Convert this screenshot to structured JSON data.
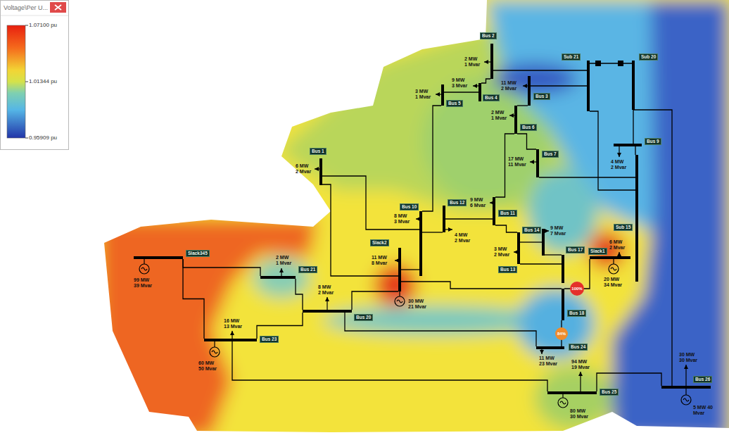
{
  "diagram": {
    "nodes": [
      {
        "text": [
          "Bus 2"
        ]
      },
      {
        "text": [
          "Sub 21"
        ]
      },
      {
        "text": [
          "Sub 20"
        ]
      },
      {
        "text": [
          "Bus 3"
        ]
      },
      {
        "text": [
          "Bus 4"
        ]
      },
      {
        "text": [
          "Bus 5"
        ]
      },
      {
        "text": [
          "Bus 6"
        ]
      },
      {
        "text": [
          "Bus 7"
        ]
      },
      {
        "text": [
          "Bus 9"
        ]
      },
      {
        "text": [
          "Bus 1"
        ]
      },
      {
        "text": [
          "Bus 10"
        ]
      },
      {
        "text": [
          "Bus 12"
        ]
      },
      {
        "text": [
          "Bus 11"
        ]
      },
      {
        "text": [
          "Bus 13"
        ]
      },
      {
        "text": [
          "Bus 14"
        ]
      },
      {
        "text": [
          "Sub 15"
        ]
      },
      {
        "text": [
          "Slack1"
        ]
      },
      {
        "text": [
          "Bus 17"
        ]
      },
      {
        "text": [
          "Bus 18"
        ]
      },
      {
        "text": [
          "Slack2"
        ]
      },
      {
        "text": [
          "Bus 20"
        ]
      },
      {
        "text": [
          "Bus 21"
        ]
      },
      {
        "text": [
          "Slack345"
        ]
      },
      {
        "text": [
          "Bus 23"
        ]
      },
      {
        "text": [
          "Bus 24"
        ]
      },
      {
        "text": [
          "Bus 25"
        ]
      },
      {
        "text": [
          "Bus 26"
        ]
      },
      {
        "text": [
          "100%"
        ]
      },
      {
        "text": [
          "84%"
        ]
      }
    ],
    "edges": [
      {
        "from": 1,
        "to": 2,
        "arrow": "none"
      },
      {
        "from": 0,
        "to": 1,
        "arrow": "none"
      },
      {
        "from": 3,
        "to": 1,
        "arrow": "none"
      },
      {
        "from": 4,
        "to": 0,
        "arrow": "none"
      },
      {
        "from": 5,
        "to": 4,
        "arrow": "none"
      },
      {
        "from": 5,
        "to": 10,
        "arrow": "none"
      },
      {
        "from": 9,
        "to": 10,
        "arrow": "none"
      },
      {
        "from": 9,
        "to": 19,
        "arrow": "none"
      },
      {
        "from": 10,
        "to": 19,
        "arrow": "none"
      },
      {
        "from": 19,
        "to": 20,
        "arrow": "none"
      },
      {
        "from": 20,
        "to": 21,
        "arrow": "none"
      },
      {
        "from": 21,
        "to": 22,
        "arrow": "none"
      },
      {
        "from": 22,
        "to": 23,
        "arrow": "none"
      },
      {
        "from": 23,
        "to": 20,
        "arrow": "none"
      },
      {
        "from": 23,
        "to": 25,
        "arrow": "none"
      },
      {
        "from": 20,
        "to": 24,
        "arrow": "none"
      },
      {
        "from": 19,
        "to": 18,
        "arrow": "none"
      },
      {
        "from": 17,
        "to": 14,
        "arrow": "none"
      },
      {
        "from": 18,
        "to": 24,
        "arrow": "none"
      },
      {
        "from": 16,
        "to": 18,
        "arrow": "none"
      },
      {
        "from": 15,
        "to": 8,
        "arrow": "none"
      },
      {
        "from": 8,
        "to": 2,
        "arrow": "none"
      },
      {
        "from": 7,
        "to": 15,
        "arrow": "none"
      },
      {
        "from": 6,
        "to": 7,
        "arrow": "none"
      },
      {
        "from": 3,
        "to": 6,
        "arrow": "none"
      },
      {
        "from": 6,
        "to": 12,
        "arrow": "none"
      },
      {
        "from": 12,
        "to": 11,
        "arrow": "none"
      },
      {
        "from": 11,
        "to": 10,
        "arrow": "none"
      },
      {
        "from": 12,
        "to": 13,
        "arrow": "none"
      },
      {
        "from": 13,
        "to": 14,
        "arrow": "none"
      },
      {
        "from": 13,
        "to": 17,
        "arrow": "none"
      },
      {
        "from": 25,
        "to": 26,
        "arrow": "none"
      },
      {
        "from": 26,
        "to": 2,
        "arrow": "none"
      },
      {
        "from": 1,
        "to": 15,
        "arrow": "none"
      }
    ],
    "labels": [
      "Voltage\\Per U...",
      "1.07100 pu",
      "1.01344 pu",
      "0.95909 pu",
      "2 MW 1 Mvar",
      "11 MW 2 Mvar",
      "3 MW 1 Mvar",
      "9 MW 3 Mvar",
      "2 MW 1 Mvar",
      "17 MW 11 Mvar",
      "4 MW 2 Mvar",
      "6 MW 2 Mvar",
      "8 MW 3 Mvar",
      "11 MW 8 Mvar",
      "4 MW 2 Mvar",
      "9 MW 6 Mvar",
      "3 MW 2 Mvar",
      "9 MW 7 Mvar",
      "20 MW 34 Mvar",
      "6 MW 2 Mvar",
      "30 MW 21 Mvar",
      "8 MW 2 Mvar",
      "2 MW 1 Mvar",
      "99 MW 39 Mvar",
      "16 MW 13 Mvar",
      "60 MW 50 Mvar",
      "11 MW 23 Mvar",
      "94 MW 19 Mvar",
      "80 MW 30 Mvar",
      "30 MW 30 Mvar",
      "5 MW 40 Mvar"
    ]
  }
}
